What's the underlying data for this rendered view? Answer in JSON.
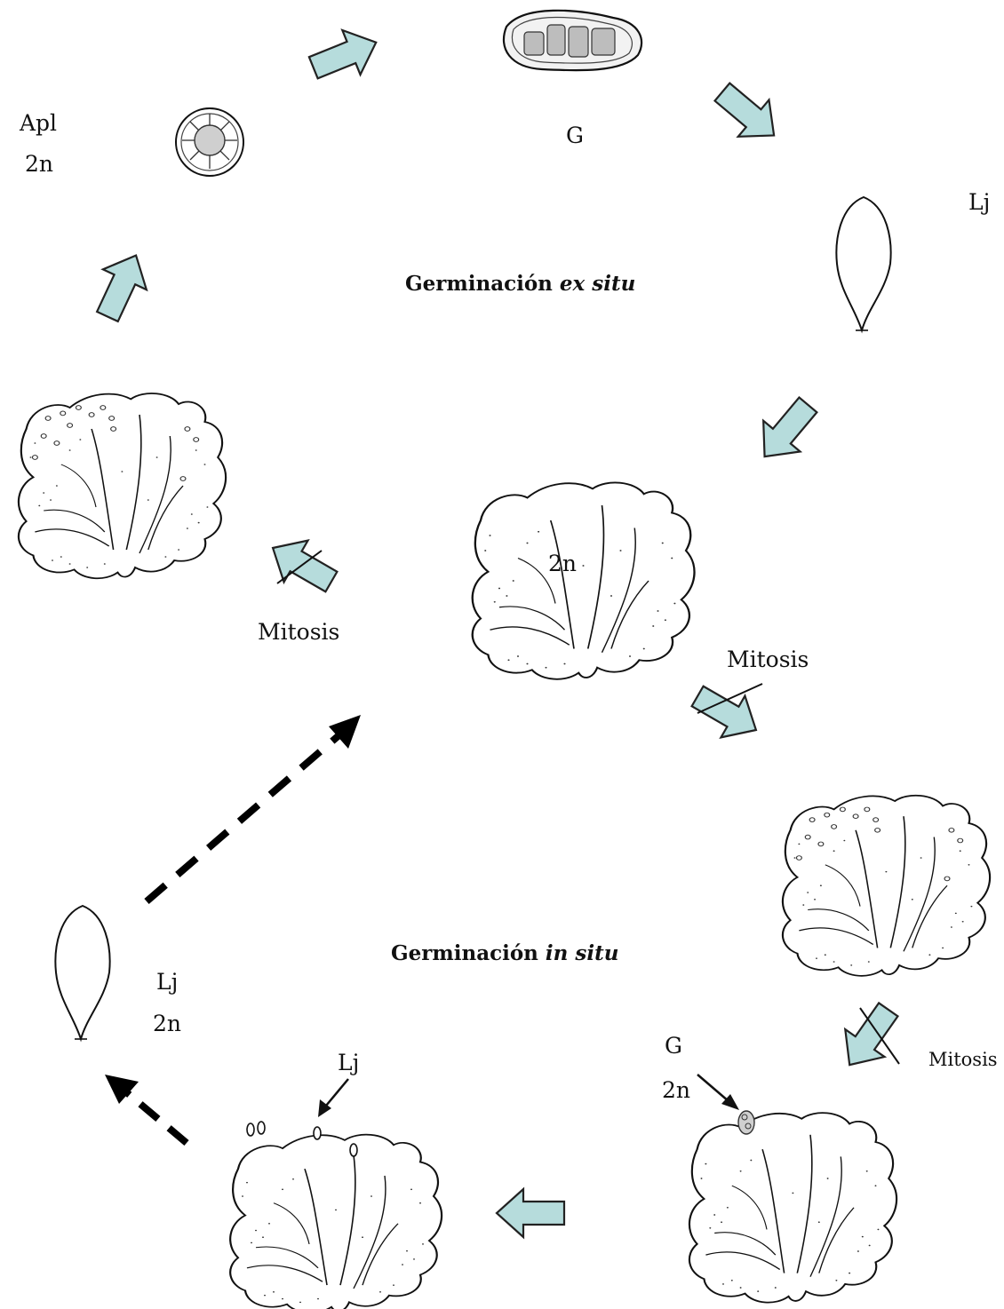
{
  "titles": {
    "ex_situ": {
      "prefix": "Germinación",
      "italic": "ex situ"
    },
    "in_situ": {
      "prefix": "Germinación",
      "italic": "in situ"
    }
  },
  "labels": {
    "apl": "Apl",
    "apl_ploidy": "2n",
    "gamete_top": "G",
    "lj_top": "Lj",
    "thallus_center_ploidy": "2n",
    "mitosis_left": "Mitosis",
    "mitosis_right": "Mitosis",
    "mitosis_bottom": "Mitosis",
    "lj_left": "Lj",
    "lj_left_ploidy": "2n",
    "lj_bottom": "Lj",
    "g_bottom": "G",
    "g_bottom_ploidy": "2n"
  },
  "colors": {
    "arrow_fill": "#b6dcdc",
    "arrow_stroke": "#222222",
    "line": "#111111",
    "dashed_arrow": "#000000"
  },
  "icons": [
    "thallus-icon",
    "cyst-icon",
    "gamete-icon",
    "leaf-juvenile-icon",
    "block-arrow-icon",
    "dashed-arrow-icon"
  ]
}
